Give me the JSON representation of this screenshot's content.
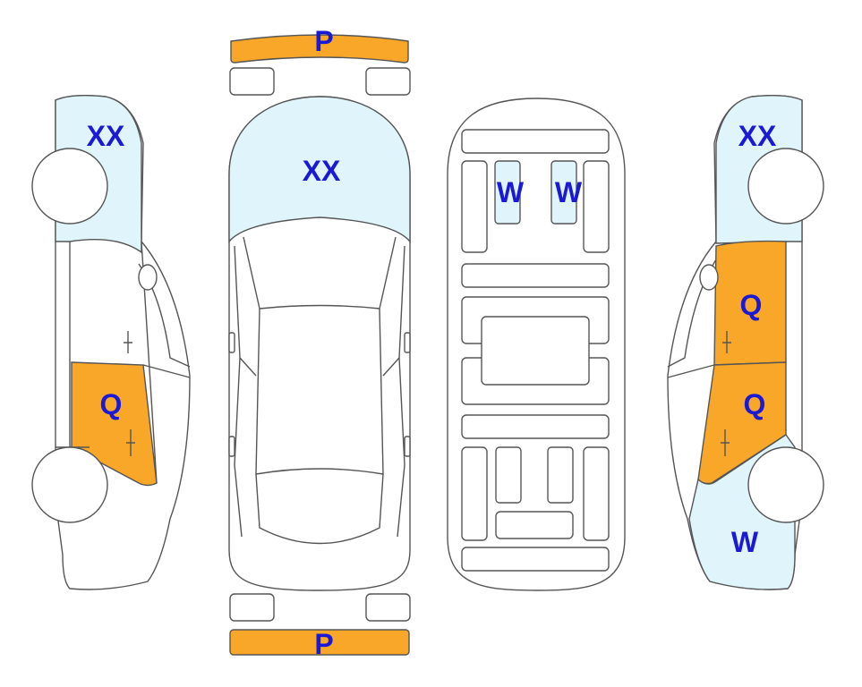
{
  "colors": {
    "orange": "#f9a728",
    "light_blue": "#dff5fb",
    "label": "#1a1ad6",
    "outline": "#555555"
  },
  "labels": {
    "front_bumper": "P",
    "rear_bumper": "P",
    "top_hood": "XX",
    "left_fender": "XX",
    "left_rear_door": "Q",
    "right_fender": "XX",
    "right_front_door": "Q",
    "right_rear_door": "Q",
    "right_quarter": "W",
    "underbody_left": "W",
    "underbody_right": "W"
  }
}
